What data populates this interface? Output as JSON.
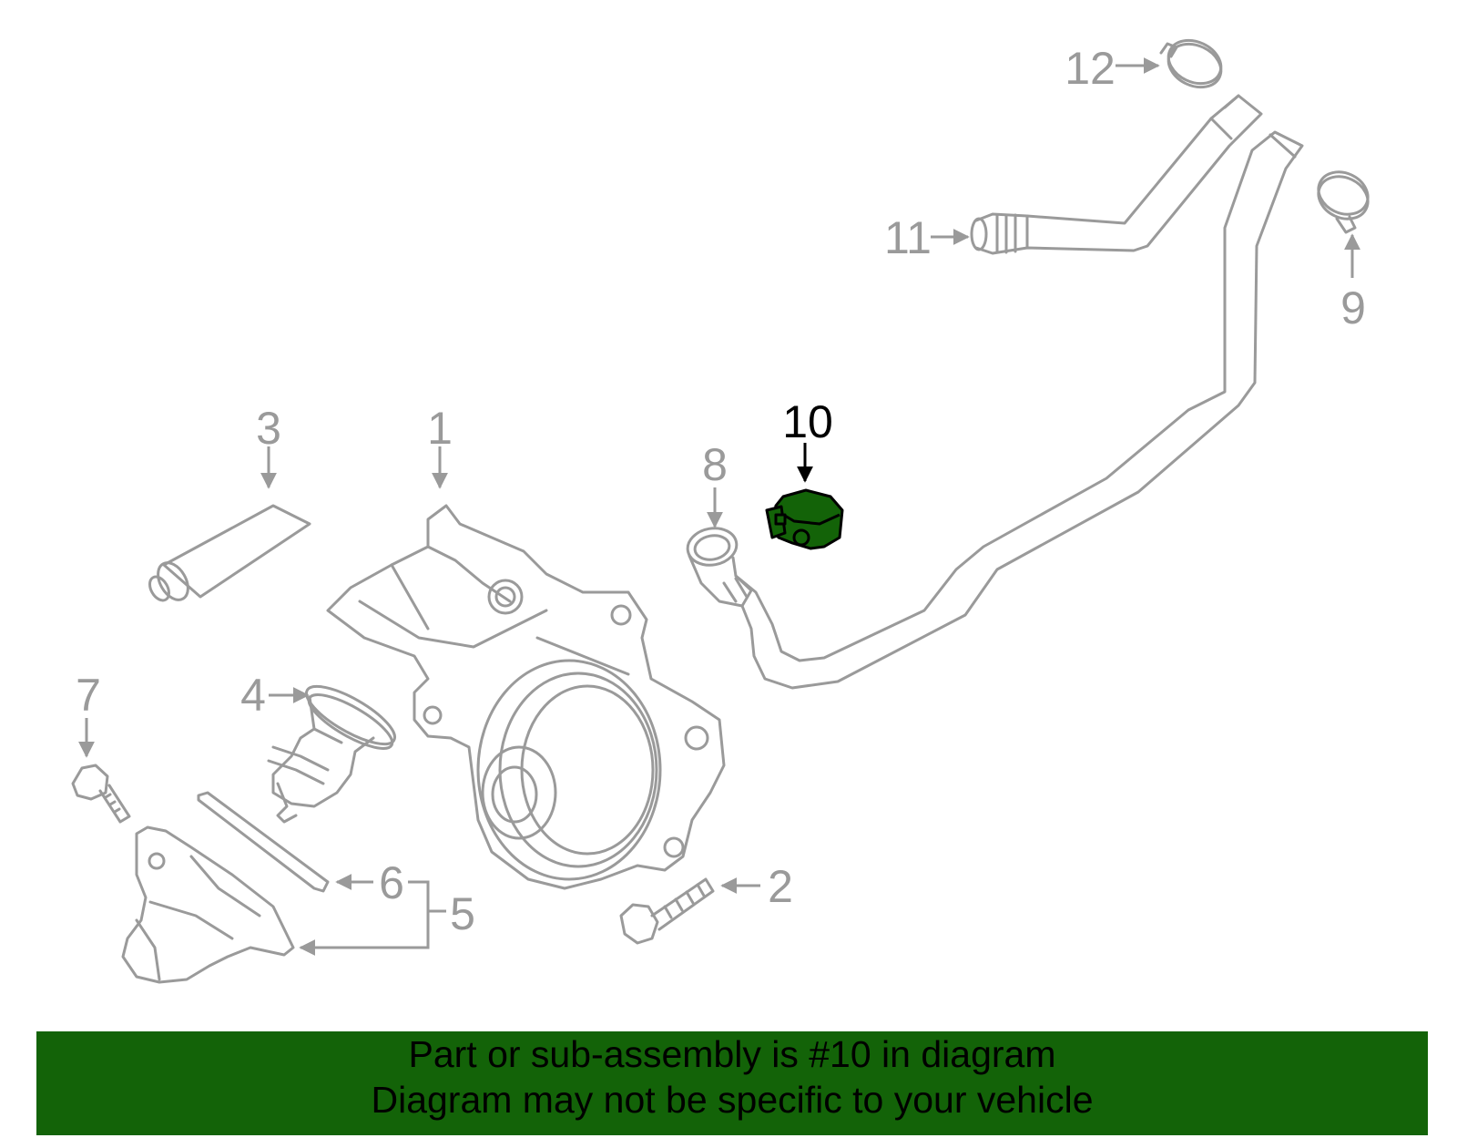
{
  "colors": {
    "part_stroke": "#9a9a9a",
    "highlight_fill": "#136308",
    "banner_bg": "#136308",
    "text_highlight": "#000000"
  },
  "callouts": {
    "c1": "1",
    "c2": "2",
    "c3": "3",
    "c4": "4",
    "c5": "5",
    "c6": "6",
    "c7": "7",
    "c8": "8",
    "c9": "9",
    "c10": "10",
    "c11": "11",
    "c12": "12"
  },
  "highlighted_part": "10",
  "banner": {
    "line1": "Part or sub-assembly is #10 in diagram",
    "line2": "Diagram may not be specific to your vehicle"
  }
}
